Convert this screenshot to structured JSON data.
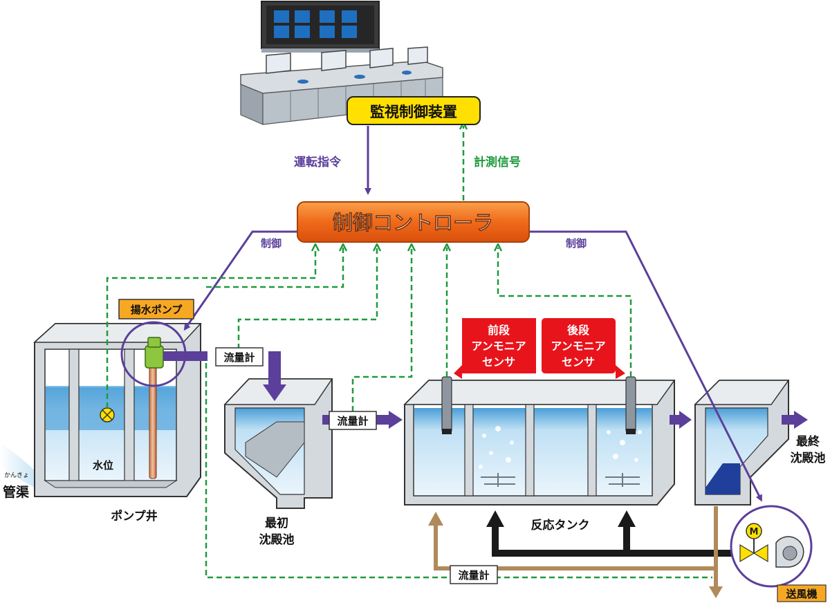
{
  "labels": {
    "monitor_system": "監視制御装置",
    "operation_command": "運転指令",
    "measurement_signal": "計測信号",
    "controller": "制御コントローラ",
    "control_left": "制御",
    "control_right": "制御",
    "lift_pump": "揚水ポンプ",
    "flowmeter_1": "流量計",
    "flowmeter_2": "流量計",
    "flowmeter_3": "流量計",
    "front_sensor": [
      "前段",
      "アンモニア",
      "センサ"
    ],
    "rear_sensor": [
      "後段",
      "アンモニア",
      "センサ"
    ],
    "water_level": "水位",
    "sewer_ruby": "かんきょ",
    "sewer": "管渠",
    "pump_well": "ポンプ井",
    "primary_tank": [
      "最初",
      "沈殿池"
    ],
    "reaction_tank": "反応タンク",
    "final_tank": [
      "最終",
      "沈殿池"
    ],
    "blower": "送風機",
    "motor_symbol": "M"
  },
  "colors": {
    "control_line": "#5b3f9a",
    "signal_line": "#1e9a3c",
    "air_line": "#1a1a1a",
    "sludge_line": "#b08a5a",
    "controller_fill": "#ef6a1a",
    "monitor_fill": "#ffe000",
    "sensor_fill": "#e8141c",
    "pump_label_fill": "#f7a823",
    "water": "#5aa7dc"
  }
}
